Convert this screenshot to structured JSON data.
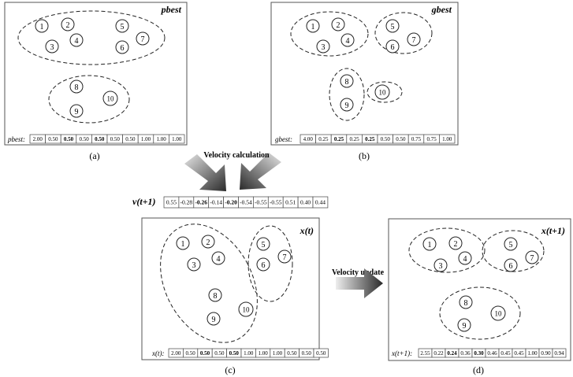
{
  "panels": {
    "a": {
      "title": "pbest",
      "row_label": "pbest:",
      "values": [
        "2.00",
        "0.50",
        "0.50",
        "0.50",
        "0.50",
        "0.50",
        "0.50",
        "1.00",
        "1.00",
        "1.00"
      ],
      "bold": [
        2,
        4
      ],
      "caption": "(a)"
    },
    "b": {
      "title": "gbest",
      "row_label": "gbest:",
      "values": [
        "4.00",
        "0.25",
        "0.25",
        "0.25",
        "0.25",
        "0.50",
        "0.50",
        "0.75",
        "0.75",
        "1.00"
      ],
      "bold": [
        2,
        4
      ],
      "caption": "(b)"
    },
    "c": {
      "title": "x(t)",
      "row_label": "x(t):",
      "values": [
        "2.00",
        "0.50",
        "0.50",
        "0.50",
        "0.50",
        "1.00",
        "1.00",
        "1.00",
        "0.50",
        "0.50",
        "0.50"
      ],
      "bold": [
        2,
        4
      ],
      "caption": "(c)"
    },
    "d": {
      "title": "x(t+1)",
      "row_label": "x(t+1):",
      "values": [
        "2.55",
        "0.22",
        "0.24",
        "0.36",
        "0.30",
        "0.46",
        "0.45",
        "0.45",
        "1.00",
        "0.90",
        "0.94"
      ],
      "bold": [
        2,
        4
      ],
      "caption": "(d)"
    }
  },
  "velocity": {
    "label": "v(t+1)",
    "values": [
      "0.55",
      "-0.28",
      "-0.26",
      "-0.14",
      "-0.20",
      "-0.54",
      "-0.55",
      "-0.55",
      "0.51",
      "0.40",
      "0.44"
    ],
    "bold": [
      2,
      4
    ]
  },
  "arrows": {
    "velocity_calculation": "Velocity calculation",
    "velocity_update": "Velocity update"
  },
  "node_labels": [
    "1",
    "2",
    "3",
    "4",
    "5",
    "6",
    "7",
    "8",
    "9",
    "10"
  ]
}
